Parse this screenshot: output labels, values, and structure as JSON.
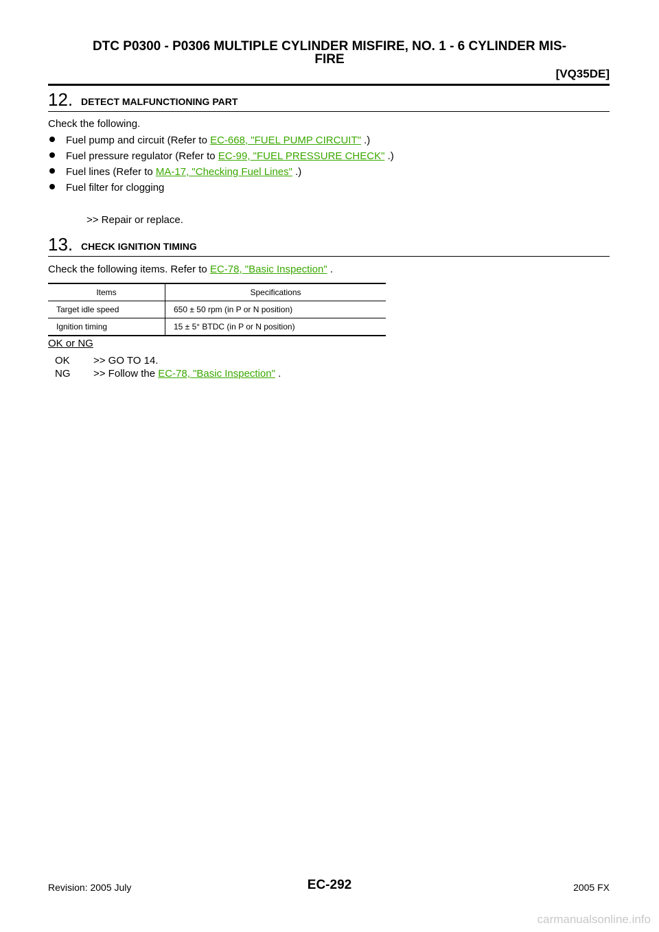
{
  "header": {
    "title_line1": "DTC P0300 - P0306 MULTIPLE CYLINDER MISFIRE, NO. 1 - 6 CYLINDER MIS-",
    "title_line2": "FIRE",
    "engine_code": "[VQ35DE]"
  },
  "step12": {
    "number": "12.",
    "title": "DETECT MALFUNCTIONING PART",
    "intro": "Check the following.",
    "items": [
      {
        "text": "Fuel pump and circuit (Refer to ",
        "link": "EC-668, \"FUEL PUMP CIRCUIT\"",
        "after": " .)"
      },
      {
        "text": "Fuel pressure regulator (Refer to ",
        "link": "EC-99, \"FUEL PRESSURE CHECK\"",
        "after": " .)"
      },
      {
        "text": "Fuel lines (Refer to ",
        "link": "MA-17, \"Checking Fuel Lines\"",
        "after": " .)"
      },
      {
        "text": "Fuel filter for clogging",
        "link": "",
        "after": ""
      }
    ],
    "action": ">> Repair or replace."
  },
  "step13": {
    "number": "13.",
    "title": "CHECK IGNITION TIMING",
    "intro_text": "Check the following items. Refer to ",
    "intro_link": "EC-78, \"Basic Inspection\"",
    "intro_after": " .",
    "table": {
      "headers": [
        "Items",
        "Specifications"
      ],
      "rows": [
        [
          "Target idle speed",
          "650 ± 50 rpm (in P or N position)"
        ],
        [
          "Ignition timing",
          "15 ± 5° BTDC (in P or N position)"
        ]
      ]
    },
    "ok_ng_label": "OK or NG",
    "results": [
      {
        "code": "OK",
        "text": ">> GO TO 14.",
        "link": "",
        "after": ""
      },
      {
        "code": "NG",
        "text": ">> Follow the ",
        "link": "EC-78, \"Basic Inspection\"",
        "after": " ."
      }
    ]
  },
  "footer": {
    "revision": "Revision: 2005 July",
    "page": "EC-292",
    "model": "2005 FX",
    "watermark": "carmanualsonline.info"
  },
  "colors": {
    "link": "#3aa800",
    "watermark": "#c8c8c8"
  }
}
